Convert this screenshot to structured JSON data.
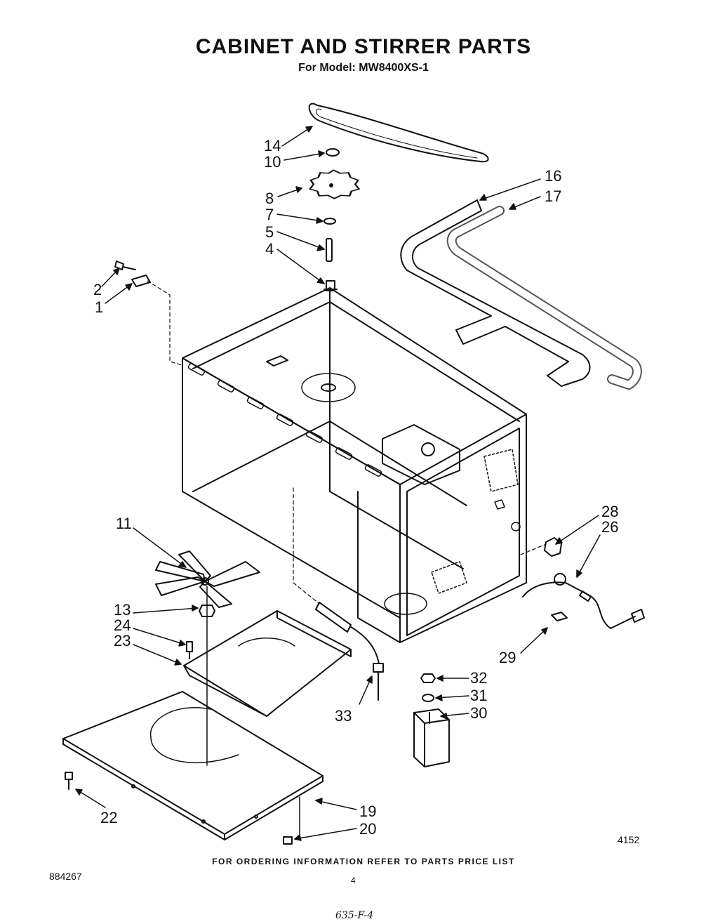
{
  "header": {
    "title": "CABINET AND STIRRER PARTS",
    "model_line": "For Model: MW8400XS-1"
  },
  "callouts": [
    "14",
    "10",
    "8",
    "7",
    "5",
    "4",
    "2",
    "1",
    "16",
    "17",
    "11",
    "28",
    "26",
    "13",
    "24",
    "23",
    "29",
    "32",
    "31",
    "30",
    "33",
    "22",
    "19",
    "20"
  ],
  "footer": {
    "ordering_note": "FOR ORDERING INFORMATION REFER TO PARTS PRICE LIST",
    "doc_number": "884267",
    "page_number": "4",
    "figure_code": "4152",
    "handwritten_note": "635-F-4"
  }
}
